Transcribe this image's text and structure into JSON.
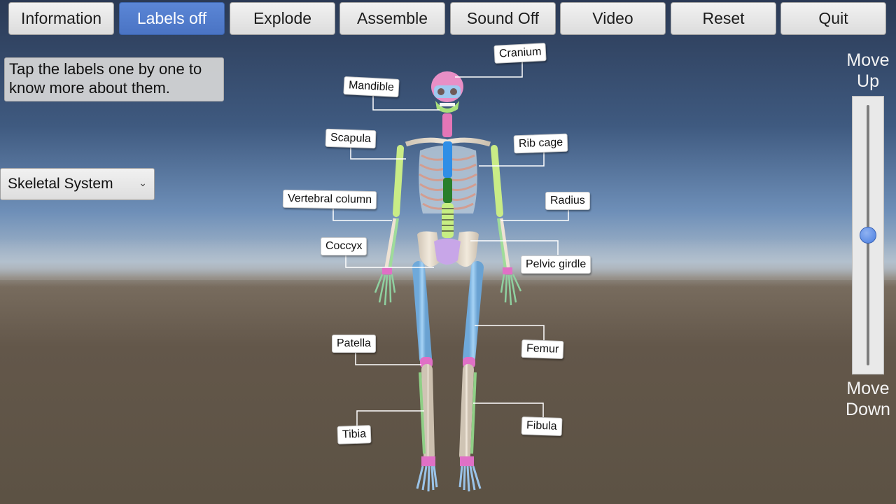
{
  "toolbar": {
    "buttons": [
      {
        "label": "Information"
      },
      {
        "label": "Labels off"
      },
      {
        "label": "Explode"
      },
      {
        "label": "Assemble"
      },
      {
        "label": "Sound Off"
      },
      {
        "label": "Video"
      },
      {
        "label": "Reset"
      },
      {
        "label": "Quit"
      }
    ]
  },
  "info": {
    "text": "Tap the labels one by one to know more about them."
  },
  "system_select": {
    "value": "Skeletal System"
  },
  "slider": {
    "up_label": "Move Up",
    "down_label": "Move Down",
    "value": 0.5
  },
  "labels": {
    "cranium": "Cranium",
    "mandible": "Mandible",
    "scapula": "Scapula",
    "rib_cage": "Rib cage",
    "vertebral_column": "Vertebral column",
    "radius": "Radius",
    "coccyx": "Coccyx",
    "pelvic_girdle": "Pelvic girdle",
    "patella": "Patella",
    "femur": "Femur",
    "tibia": "Tibia",
    "fibula": "Fibula"
  },
  "colors": {
    "active_button": "#4a74c4",
    "bone": "#e6ddd0",
    "cranium": "#e78fc4",
    "spine": "#b8e07a",
    "limb": "#8ec4ee",
    "joint": "#e070c6"
  }
}
